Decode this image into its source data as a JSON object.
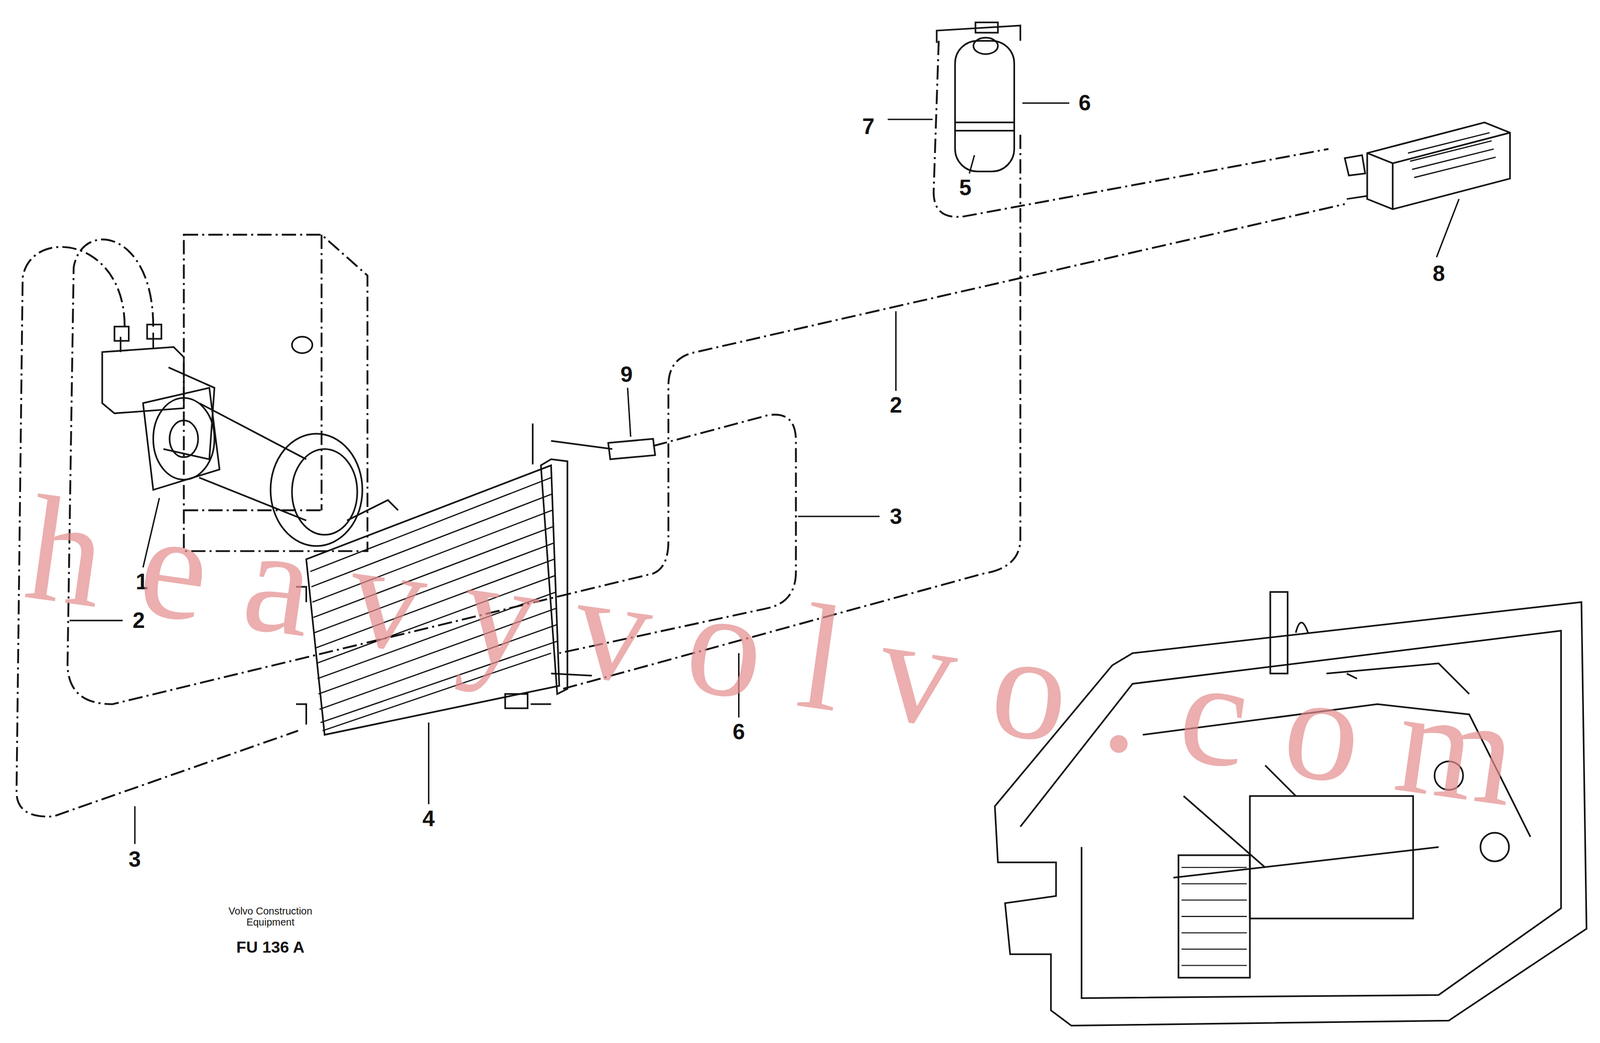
{
  "diagram": {
    "labels": [
      "7",
      "6",
      "5",
      "8",
      "9",
      "2",
      "3",
      "1",
      "2",
      "6",
      "4",
      "3",
      "Volvo Construction Equipment",
      "FU 136 A",
      "heavyvolvo.com"
    ]
  }
}
